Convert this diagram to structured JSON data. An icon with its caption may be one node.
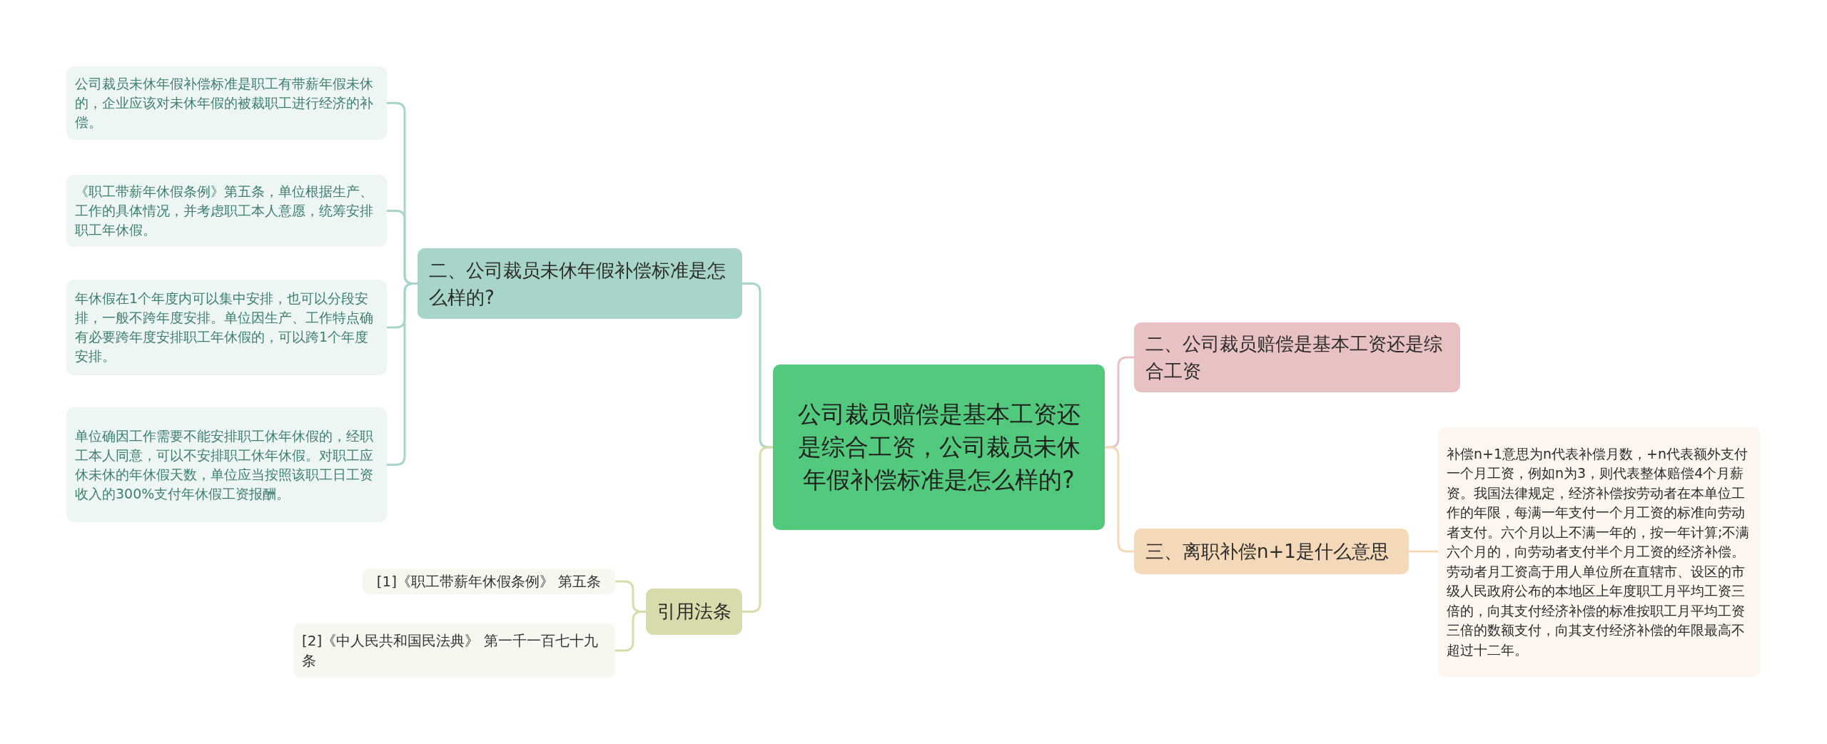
{
  "diagram": {
    "nodes": [
      {
        "text": [
          "公司裁员赔偿是基本工资还是综合工资，公司裁员未休年假补偿标准是怎么样的?"
        ]
      },
      {
        "text": [
          "二、公司裁员未休年假补偿标准是怎么样的?"
        ]
      },
      {
        "text": [
          "公司裁员未休年假补偿标准是职工有带薪年假未休的，企业应该对未休年假的被裁职工进行经济的补偿。"
        ]
      },
      {
        "text": [
          "《职工带薪年休假条例》第五条，单位根据生产、工作的具体情况，并考虑职工本人意愿，统筹安排职工年休假。"
        ]
      },
      {
        "text": [
          "年休假在1个年度内可以集中安排，也可以分段安排，一般不跨年度安排。单位因生产、工作特点确有必要跨年度安排职工年休假的，可以跨1个年度安排。"
        ]
      },
      {
        "text": [
          "单位确因工作需要不能安排职工休年休假的，经职工本人同意，可以不安排职工休年休假。对职工应休未休的年休假天数，单位应当按照该职工日工资收入的300%支付年休假工资报酬。"
        ]
      },
      {
        "text": [
          "引用法条"
        ]
      },
      {
        "text": [
          "[1]《职工带薪年休假条例》 第五条"
        ]
      },
      {
        "text": [
          "[2]《中人民共和国民法典》 第一千一百七十九条"
        ]
      },
      {
        "text": [
          "二、公司裁员赔偿是基本工资还是综合工资"
        ]
      },
      {
        "text": [
          "三、离职补偿n+1是什么意思"
        ]
      },
      {
        "text": [
          "补偿n+1意思为n代表补偿月数，+n代表额外支付一个月工资，例如n为3，则代表整体赔偿4个月薪资。我国法律规定，经济补偿按劳动者在本单位工作的年限，每满一年支付一个月工资的标准向劳动者支付。六个月以上不满一年的，按一年计算;不满六个月的，向劳动者支付半个月工资的经济补偿。劳动者月工资高于用人单位所在直辖市、设区的市级人民政府公布的本地区上年度职工月平均工资三倍的，向其支付经济补偿的标准按职工月平均工资三倍的数额支付，向其支付经济补偿的年限最高不超过十二年。"
        ]
      }
    ],
    "edges": [
      {
        "from": 0,
        "to": 1,
        "arrow": "none"
      },
      {
        "from": 1,
        "to": 2,
        "arrow": "none"
      },
      {
        "from": 1,
        "to": 3,
        "arrow": "none"
      },
      {
        "from": 1,
        "to": 4,
        "arrow": "none"
      },
      {
        "from": 1,
        "to": 5,
        "arrow": "none"
      },
      {
        "from": 0,
        "to": 6,
        "arrow": "none",
        "color": "#d9dcaa"
      },
      {
        "from": 6,
        "to": 7,
        "arrow": "none",
        "color": "#d9dcaa"
      },
      {
        "from": 6,
        "to": 8,
        "arrow": "none",
        "color": "#d9dcaa"
      },
      {
        "from": 0,
        "to": 9,
        "arrow": "none",
        "color": "#e8c2c2"
      },
      {
        "from": 0,
        "to": 10,
        "arrow": "none",
        "color": "#f4d9b9"
      },
      {
        "from": 10,
        "to": 11,
        "arrow": "none",
        "color": "#f4d9b9"
      }
    ]
  }
}
